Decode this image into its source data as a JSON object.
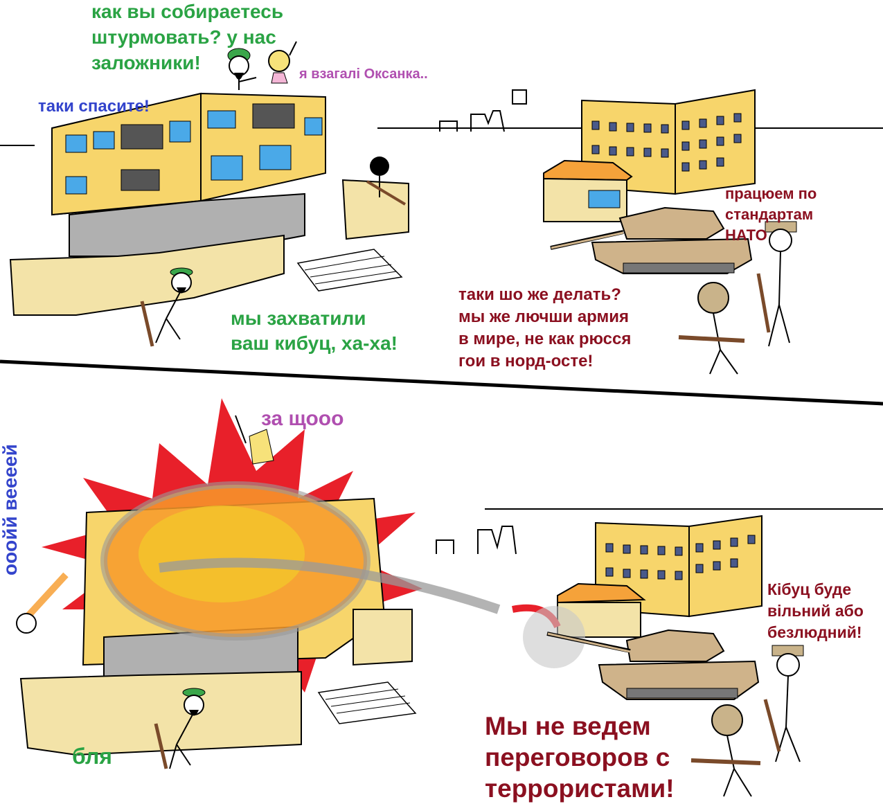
{
  "panel_top": {
    "speech_terrorist_roof": "как вы собираетесь\nштурмовать? у нас\nзаложники!",
    "speech_oksanka": "я взагалі Оксанка..",
    "speech_hostage_window": "таки спасите!",
    "speech_terrorist_ground": "мы захватили\nваш кибуц, ха-ха!",
    "speech_officer": "працюем по\nстандартам\nНАТО",
    "speech_soldier": "таки шо же делать?\nмы же лючши армия\nв мире, не как рюсся\nгои в норд-осте!"
  },
  "panel_bottom": {
    "speech_flying_victim": "ооойй веееей",
    "speech_oksanka": "за щооо",
    "speech_terrorist_ground": "бля",
    "speech_officer": "Кібуц буде\nвільний або\nбезлюдний!",
    "speech_soldier": "Мы не ведем\nпереговоров с\nтеррористами!"
  },
  "colors": {
    "building_yellow": "#f7d56b",
    "wall_beige": "#f3e3a8",
    "explosion_red": "#e8202a",
    "fire_orange": "#f79a2a",
    "smoke_gray": "#9a9a9a",
    "tank_tan": "#cfb38a",
    "roof_orange": "#f5a23a",
    "window_blue": "#4aa9e8",
    "green_text": "#2aa344",
    "purple_text": "#b04fb0",
    "blue_text": "#3344cc",
    "maroon_text": "#8b1020"
  }
}
